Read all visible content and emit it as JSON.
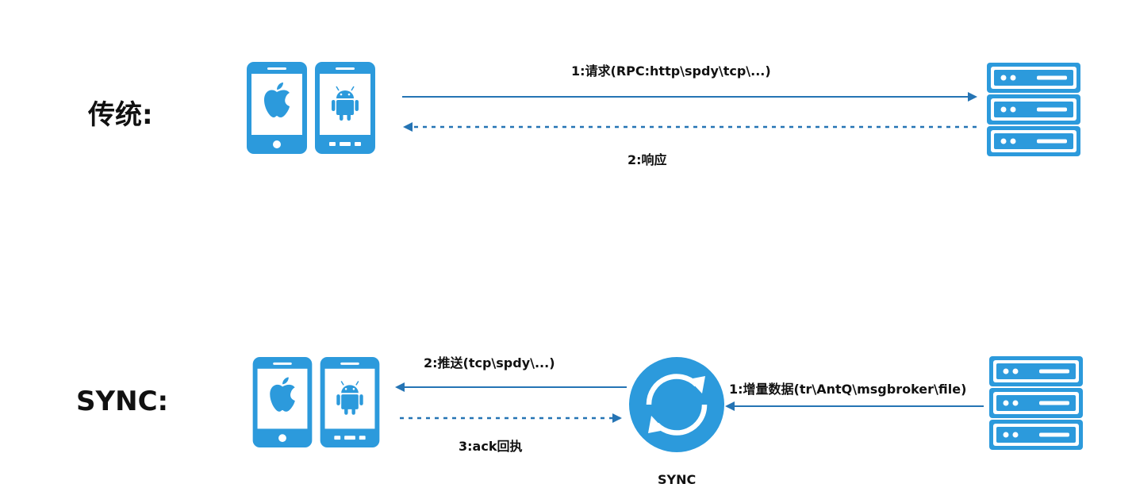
{
  "sections": {
    "traditional": {
      "label": "传统:",
      "request_label": "1:请求(RPC:http\\spdy\\tcp\\...)",
      "response_label": "2:响应"
    },
    "sync": {
      "label": "SYNC:",
      "push_label": "2:推送(tcp\\spdy\\...)",
      "ack_label": "3:ack回执",
      "incremental_label": "1:增量数据(tr\\AntQ\\msgbroker\\file)",
      "hub_label": "SYNC"
    }
  },
  "colors": {
    "icon_blue": "#2C9ADC",
    "arrow_blue": "#2574B4",
    "text": "#111111"
  },
  "icons": [
    "apple-phone-icon",
    "android-phone-icon",
    "server-icon",
    "sync-icon"
  ]
}
